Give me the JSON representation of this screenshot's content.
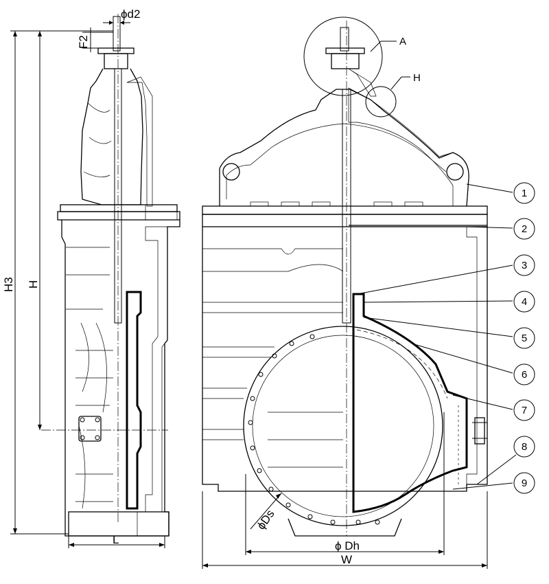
{
  "dimensions": {
    "d2": "ϕd2",
    "f2": "F2",
    "h3": "H3",
    "h": "H",
    "l": "L",
    "ds": "ϕDs",
    "dh": "ϕ Dh",
    "w": "W"
  },
  "details": {
    "a": "A",
    "h": "H"
  },
  "callouts": [
    "1",
    "2",
    "3",
    "4",
    "5",
    "6",
    "7",
    "8",
    "9"
  ],
  "colors": {
    "line": "#000000",
    "background": "#ffffff"
  }
}
